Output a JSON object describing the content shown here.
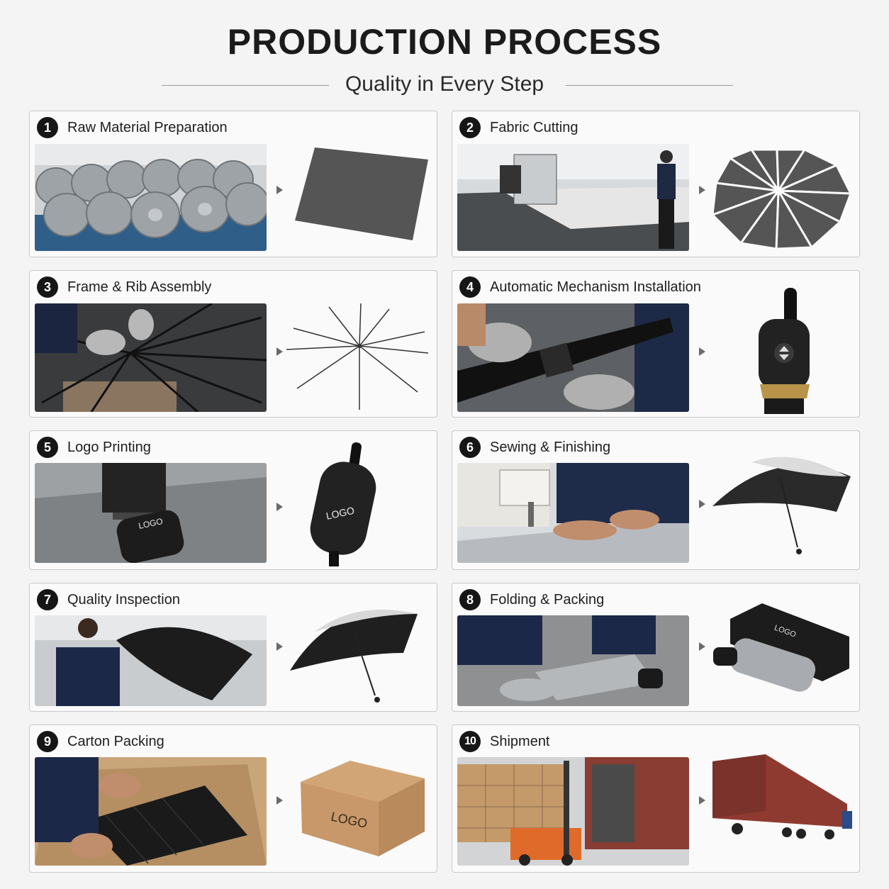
{
  "header": {
    "title": "PRODUCTION PROCESS",
    "subtitle": "Quality in Every Step"
  },
  "steps": [
    {
      "number": "1",
      "label": "Raw Material Preparation"
    },
    {
      "number": "2",
      "label": "Fabric Cutting"
    },
    {
      "number": "3",
      "label": "Frame & Rib Assembly"
    },
    {
      "number": "4",
      "label": "Automatic Mechanism Installation"
    },
    {
      "number": "5",
      "label": "Logo Printing",
      "print_text": "LOGO"
    },
    {
      "number": "6",
      "label": "Sewing & Finishing"
    },
    {
      "number": "7",
      "label": "Quality Inspection"
    },
    {
      "number": "8",
      "label": "Folding & Packing",
      "print_text": "LOGO"
    },
    {
      "number": "9",
      "label": "Carton Packing",
      "print_text": "LOGO"
    },
    {
      "number": "10",
      "label": "Shipment"
    }
  ],
  "colors": {
    "background": "#f4f4f5",
    "badge": "#161616",
    "card_border": "#c9c9c9"
  },
  "icons": [
    "arrow-right-icon"
  ]
}
